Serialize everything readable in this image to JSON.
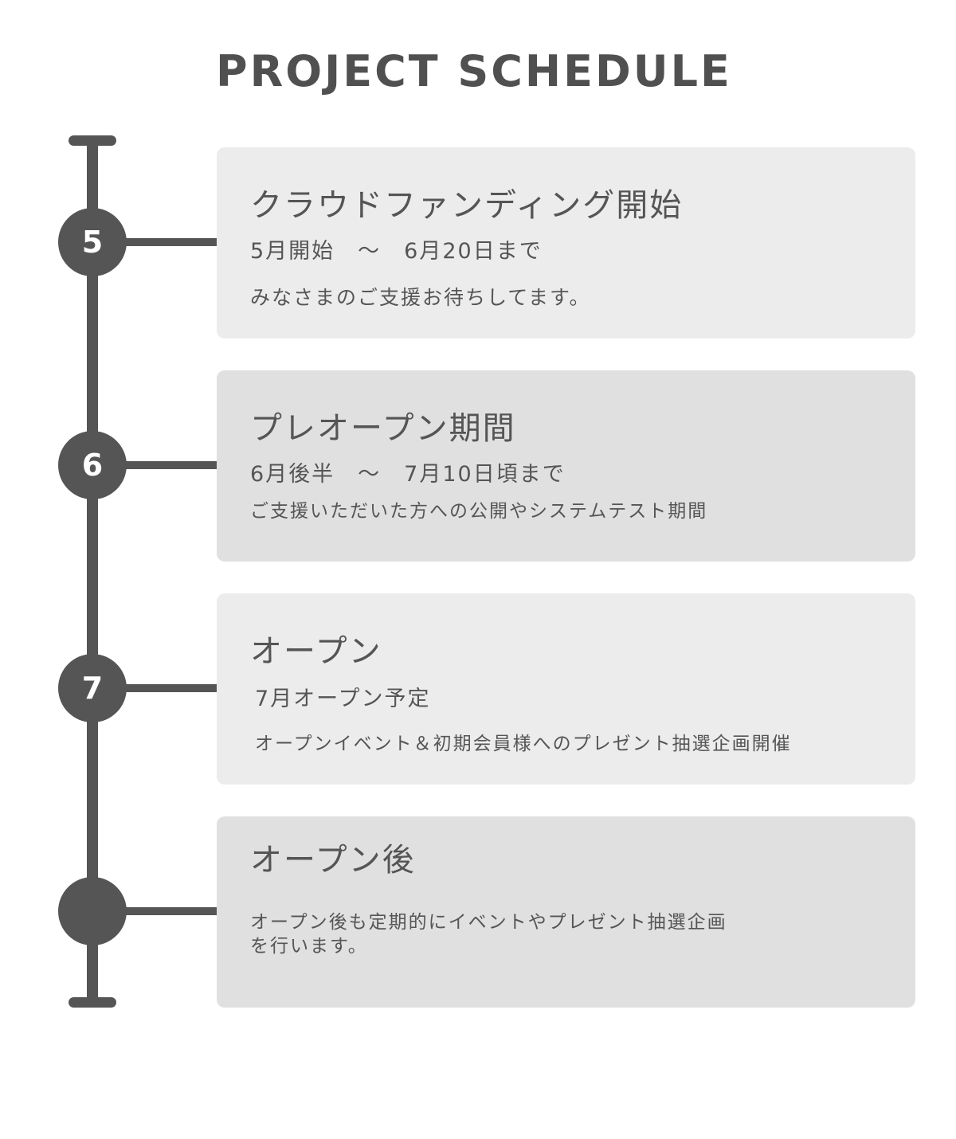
{
  "title": "PROJECT SCHEDULE",
  "colors": {
    "timeline": "#555555",
    "card_light": "#ececec",
    "card_dark": "#e0e0e0"
  },
  "items": [
    {
      "marker": "5",
      "heading": "クラウドファンディング開始",
      "period": "5月開始　～　6月20日まで",
      "description": "みなさまのご支援お待ちしてます。"
    },
    {
      "marker": "6",
      "heading": "プレオープン期間",
      "period": "6月後半　～　7月10日頃まで",
      "description": "ご支援いただいた方への公開やシステムテスト期間"
    },
    {
      "marker": "7",
      "heading": "オープン",
      "period": "7月オープン予定",
      "description": "オープンイベント＆初期会員様へのプレゼント抽選企画開催"
    },
    {
      "marker": "",
      "heading": "オープン後",
      "period": "",
      "description": "オープン後も定期的にイベントやプレゼント抽選企画\nを行います。"
    }
  ]
}
